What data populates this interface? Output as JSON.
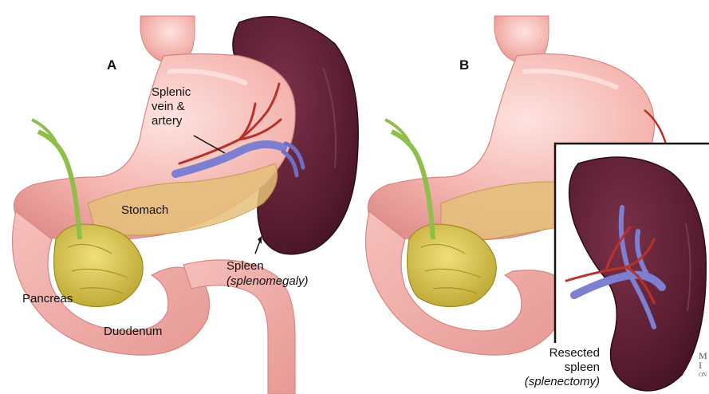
{
  "panels": {
    "a": {
      "label": "A"
    },
    "b": {
      "label": "B"
    }
  },
  "labels": {
    "splenic": [
      "Splenic",
      "vein &",
      "artery"
    ],
    "stomach": "Stomach",
    "pancreas": "Pancreas",
    "duodenum": "Duodenum",
    "spleen": "Spleen",
    "splenomegaly": "(splenomegaly)",
    "resected": [
      "Resected",
      "spleen"
    ],
    "splenectomy": "(splenectomy)"
  },
  "logo": {
    "line1": "M",
    "line2": "I",
    "line3": "ON"
  },
  "colors": {
    "stomach": "#f2a9a6",
    "stomach_highlight": "#fbd9d5",
    "spleen": "#5b1f33",
    "spleen_dark": "#3e1022",
    "pancreas": "#d8c44a",
    "vein": "#7d7fd0",
    "artery": "#b8322a",
    "bile_duct": "#8fbf4a"
  }
}
